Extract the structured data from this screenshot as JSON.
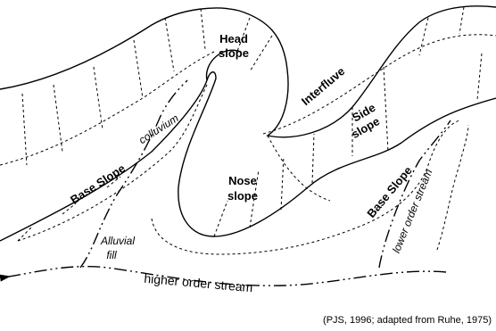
{
  "labels": {
    "head_slope_1": "Head",
    "head_slope_2": "slope",
    "interfluve": "Interfluve",
    "side_slope_1": "Side",
    "side_slope_2": "slope",
    "nose_slope_1": "Nose",
    "nose_slope_2": "slope",
    "base_slope_left": "Base Slope",
    "base_slope_right": "Base Slope",
    "colluvium": "colluvium",
    "alluvial_fill_1": "Alluvial",
    "alluvial_fill_2": "fill",
    "lower_order_stream": "lower order stream",
    "higher_order_stream": "higher order stream"
  },
  "credit": "(PJS, 1996; adapted from Ruhe, 1975)"
}
